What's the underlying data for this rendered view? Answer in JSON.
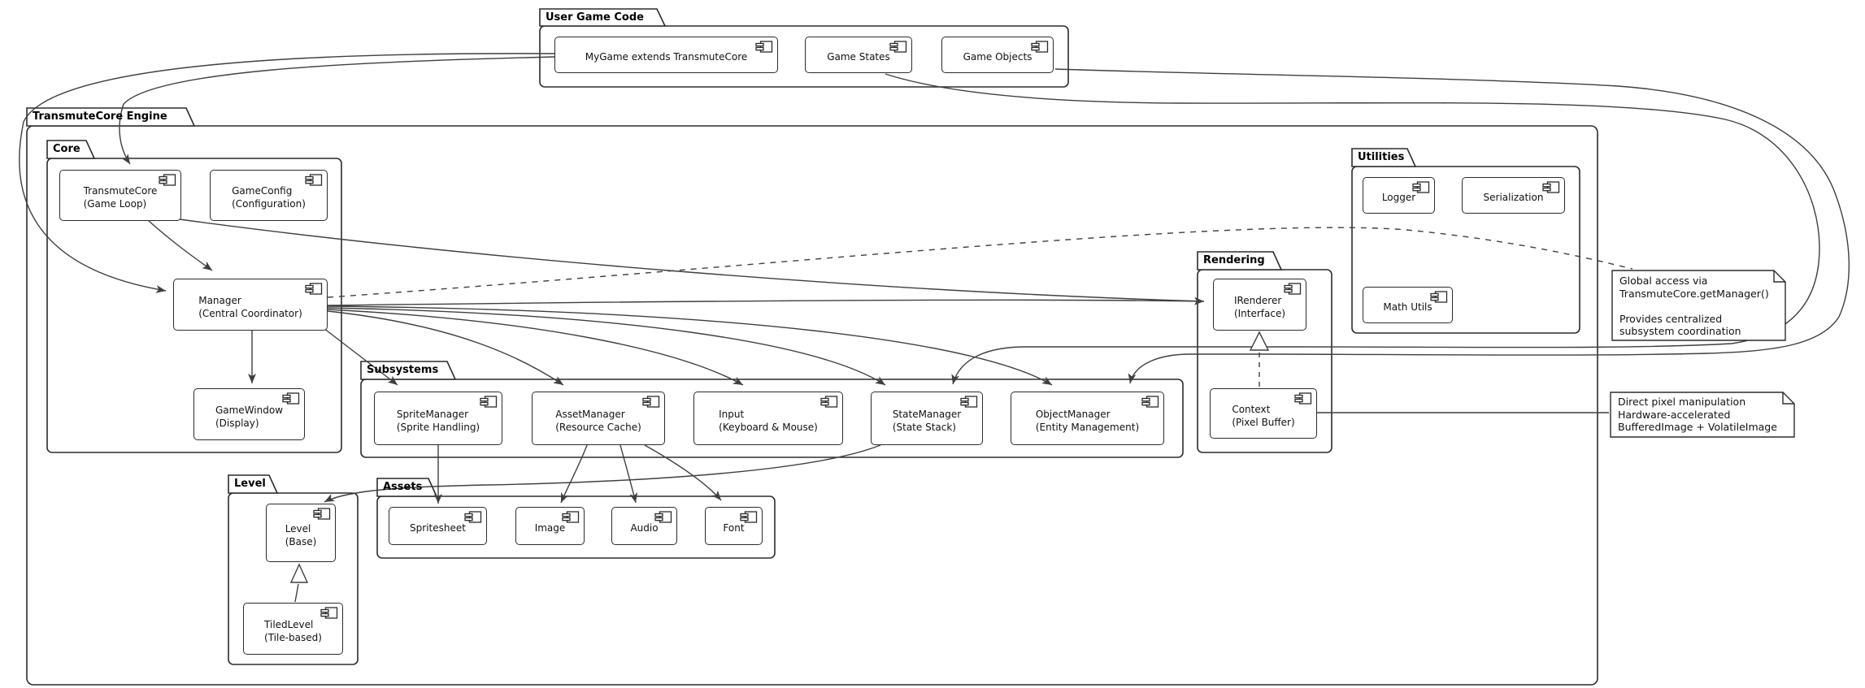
{
  "diagram": {
    "kind": "uml-component-diagram",
    "colors": {
      "background": "#ffffff",
      "shape_border": "#2b2b2b",
      "edge": "#3f3f3f",
      "text": "#111111"
    }
  },
  "packages": {
    "user_game_code": {
      "label": "User Game Code"
    },
    "engine": {
      "label": "TransmuteCore Engine"
    },
    "core": {
      "label": "Core"
    },
    "utilities": {
      "label": "Utilities"
    },
    "rendering": {
      "label": "Rendering"
    },
    "subsystems": {
      "label": "Subsystems"
    },
    "level": {
      "label": "Level"
    },
    "assets": {
      "label": "Assets"
    }
  },
  "components": {
    "mygame": {
      "label": "MyGame extends TransmuteCore",
      "sub": ""
    },
    "game_states": {
      "label": "Game States",
      "sub": ""
    },
    "game_objects": {
      "label": "Game Objects",
      "sub": ""
    },
    "transmutecore": {
      "label": "TransmuteCore",
      "sub": "(Game Loop)"
    },
    "gameconfig": {
      "label": "GameConfig",
      "sub": "(Configuration)"
    },
    "manager": {
      "label": "Manager",
      "sub": "(Central Coordinator)"
    },
    "gamewindow": {
      "label": "GameWindow",
      "sub": "(Display)"
    },
    "logger": {
      "label": "Logger",
      "sub": ""
    },
    "serialization": {
      "label": "Serialization",
      "sub": ""
    },
    "math_utils": {
      "label": "Math Utils",
      "sub": ""
    },
    "irenderer": {
      "label": "IRenderer",
      "sub": "(Interface)"
    },
    "context": {
      "label": "Context",
      "sub": "(Pixel Buffer)"
    },
    "sprite_manager": {
      "label": "SpriteManager",
      "sub": "(Sprite Handling)"
    },
    "asset_manager": {
      "label": "AssetManager",
      "sub": "(Resource Cache)"
    },
    "input": {
      "label": "Input",
      "sub": "(Keyboard & Mouse)"
    },
    "state_manager": {
      "label": "StateManager",
      "sub": "(State Stack)"
    },
    "object_manager": {
      "label": "ObjectManager",
      "sub": "(Entity Management)"
    },
    "level_base": {
      "label": "Level",
      "sub": "(Base)"
    },
    "tiled_level": {
      "label": "TiledLevel",
      "sub": "(Tile-based)"
    },
    "spritesheet": {
      "label": "Spritesheet",
      "sub": ""
    },
    "image": {
      "label": "Image",
      "sub": ""
    },
    "audio": {
      "label": "Audio",
      "sub": ""
    },
    "font": {
      "label": "Font",
      "sub": ""
    }
  },
  "notes": {
    "manager_note": {
      "text": "Global access via\nTransmuteCore.getManager()\n\nProvides centralized\nsubsystem coordination"
    },
    "context_note": {
      "text": "Direct pixel manipulation\nHardware-accelerated\nBufferedImage + VolatileImage"
    }
  },
  "edges": [
    {
      "from": "MyGame",
      "to": "TransmuteCore",
      "style": "solid",
      "head": "arrow"
    },
    {
      "from": "MyGame",
      "to": "Manager",
      "style": "solid",
      "head": "arrow"
    },
    {
      "from": "TransmuteCore",
      "to": "Manager",
      "style": "solid",
      "head": "arrow"
    },
    {
      "from": "TransmuteCore",
      "to": "IRenderer",
      "style": "solid",
      "head": "arrow"
    },
    {
      "from": "Manager",
      "to": "GameWindow",
      "style": "solid",
      "head": "arrow"
    },
    {
      "from": "Manager",
      "to": "IRenderer",
      "style": "solid",
      "head": "arrow"
    },
    {
      "from": "Manager",
      "to": "SpriteManager",
      "style": "solid",
      "head": "arrow"
    },
    {
      "from": "Manager",
      "to": "AssetManager",
      "style": "solid",
      "head": "arrow"
    },
    {
      "from": "Manager",
      "to": "Input",
      "style": "solid",
      "head": "arrow"
    },
    {
      "from": "Manager",
      "to": "StateManager",
      "style": "solid",
      "head": "arrow"
    },
    {
      "from": "Manager",
      "to": "ObjectManager",
      "style": "solid",
      "head": "arrow"
    },
    {
      "from": "Manager",
      "to": "manager_note",
      "style": "dashed",
      "head": "none"
    },
    {
      "from": "Game States",
      "to": "StateManager",
      "style": "solid",
      "head": "arrow"
    },
    {
      "from": "Game Objects",
      "to": "ObjectManager",
      "style": "solid",
      "head": "arrow"
    },
    {
      "from": "Context",
      "to": "IRenderer",
      "style": "dashed",
      "head": "hollow-triangle"
    },
    {
      "from": "Context",
      "to": "context_note",
      "style": "solid",
      "head": "none"
    },
    {
      "from": "StateManager",
      "to": "Level",
      "style": "solid",
      "head": "arrow"
    },
    {
      "from": "SpriteManager",
      "to": "Spritesheet",
      "style": "solid",
      "head": "arrow"
    },
    {
      "from": "AssetManager",
      "to": "Image",
      "style": "solid",
      "head": "arrow"
    },
    {
      "from": "AssetManager",
      "to": "Audio",
      "style": "solid",
      "head": "arrow"
    },
    {
      "from": "AssetManager",
      "to": "Font",
      "style": "solid",
      "head": "arrow"
    },
    {
      "from": "TiledLevel",
      "to": "Level",
      "style": "solid",
      "head": "hollow-triangle"
    }
  ]
}
